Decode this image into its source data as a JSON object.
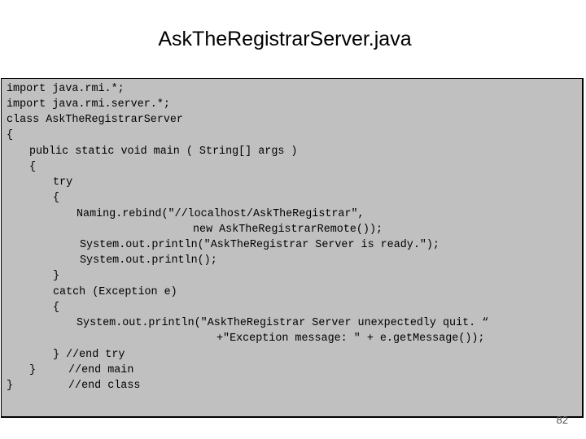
{
  "slide": {
    "title": "AskTheRegistrarServer.java",
    "page_number": "82"
  },
  "code": {
    "lines": [
      "import java.rmi.*;",
      "import java.rmi.server.*;",
      "class AskTheRegistrarServer",
      "{",
      "public static void main ( String[] args )",
      "{",
      "try",
      "{",
      "Naming.rebind(\"//localhost/AskTheRegistrar\",",
      "new AskTheRegistrarRemote());",
      "System.out.println(\"AskTheRegistrar Server is ready.\");",
      "System.out.println();",
      "}",
      "catch (Exception e)",
      "{",
      "System.out.println(\"AskTheRegistrar Server unexpectedly quit. “",
      "+\"Exception message: \" + e.getMessage());",
      "} //end try",
      "}",
      "//end main",
      "}",
      "//end class"
    ]
  }
}
